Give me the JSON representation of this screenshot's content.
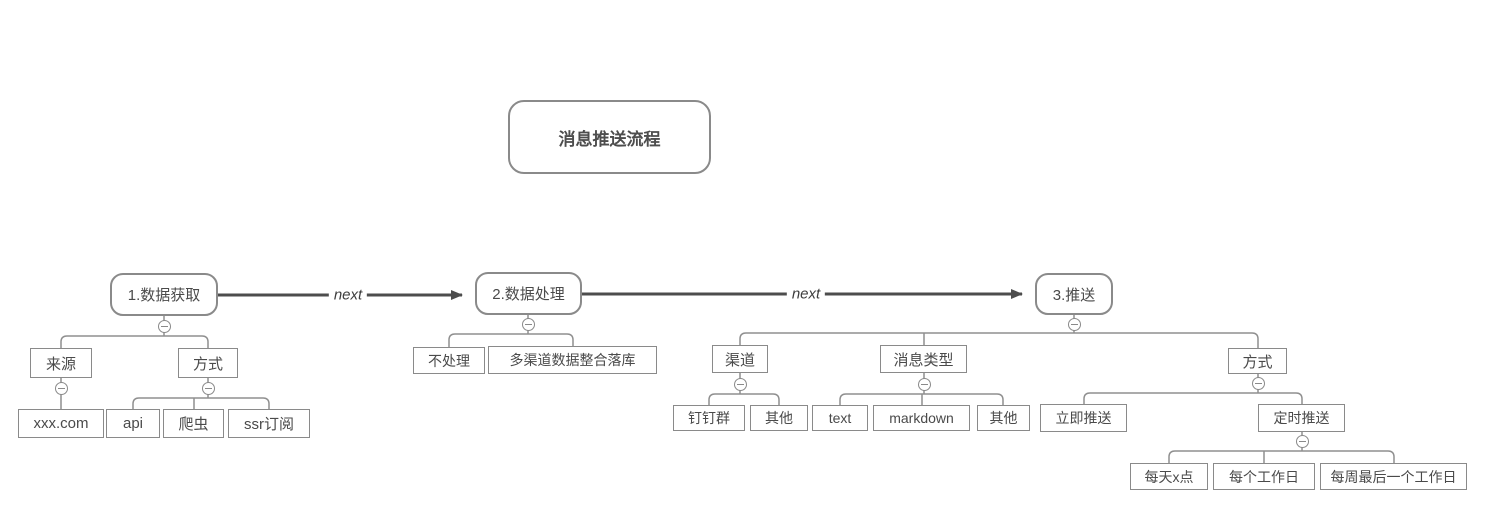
{
  "colors": {
    "background": "#ffffff",
    "node_border": "#8a8a8a",
    "wire": "#8f8f8f",
    "arrow": "#4d4d4d",
    "text": "#4a4a4a"
  },
  "icons": {
    "collapse_toggle": "minus-in-circle"
  },
  "diagram_title": "消息推送流程",
  "edges": [
    {
      "label": "next"
    },
    {
      "label": "next"
    }
  ],
  "tree": {
    "stage1": {
      "label": "1.数据获取",
      "children": {
        "source": {
          "label": "来源",
          "children": {
            "site": {
              "label": "xxx.com"
            }
          }
        },
        "method": {
          "label": "方式",
          "children": {
            "api": {
              "label": "api"
            },
            "crawler": {
              "label": "爬虫"
            },
            "ssr": {
              "label": "ssr订阅"
            }
          }
        }
      }
    },
    "stage2": {
      "label": "2.数据处理",
      "children": {
        "no_process": {
          "label": "不处理"
        },
        "integrate": {
          "label": "多渠道数据整合落库"
        }
      }
    },
    "stage3": {
      "label": "3.推送",
      "children": {
        "channel": {
          "label": "渠道",
          "children": {
            "dingtalk": {
              "label": "钉钉群"
            },
            "other": {
              "label": "其他"
            }
          }
        },
        "msg_type": {
          "label": "消息类型",
          "children": {
            "text": {
              "label": "text"
            },
            "markdown": {
              "label": "markdown"
            },
            "other": {
              "label": "其他"
            }
          }
        },
        "method": {
          "label": "方式",
          "children": {
            "immediate": {
              "label": "立即推送"
            },
            "scheduled": {
              "label": "定时推送",
              "children": {
                "daily_x": {
                  "label": "每天x点"
                },
                "every_workday": {
                  "label": "每个工作日"
                },
                "last_workday_of_week": {
                  "label": "每周最后一个工作日"
                }
              }
            }
          }
        }
      }
    }
  }
}
